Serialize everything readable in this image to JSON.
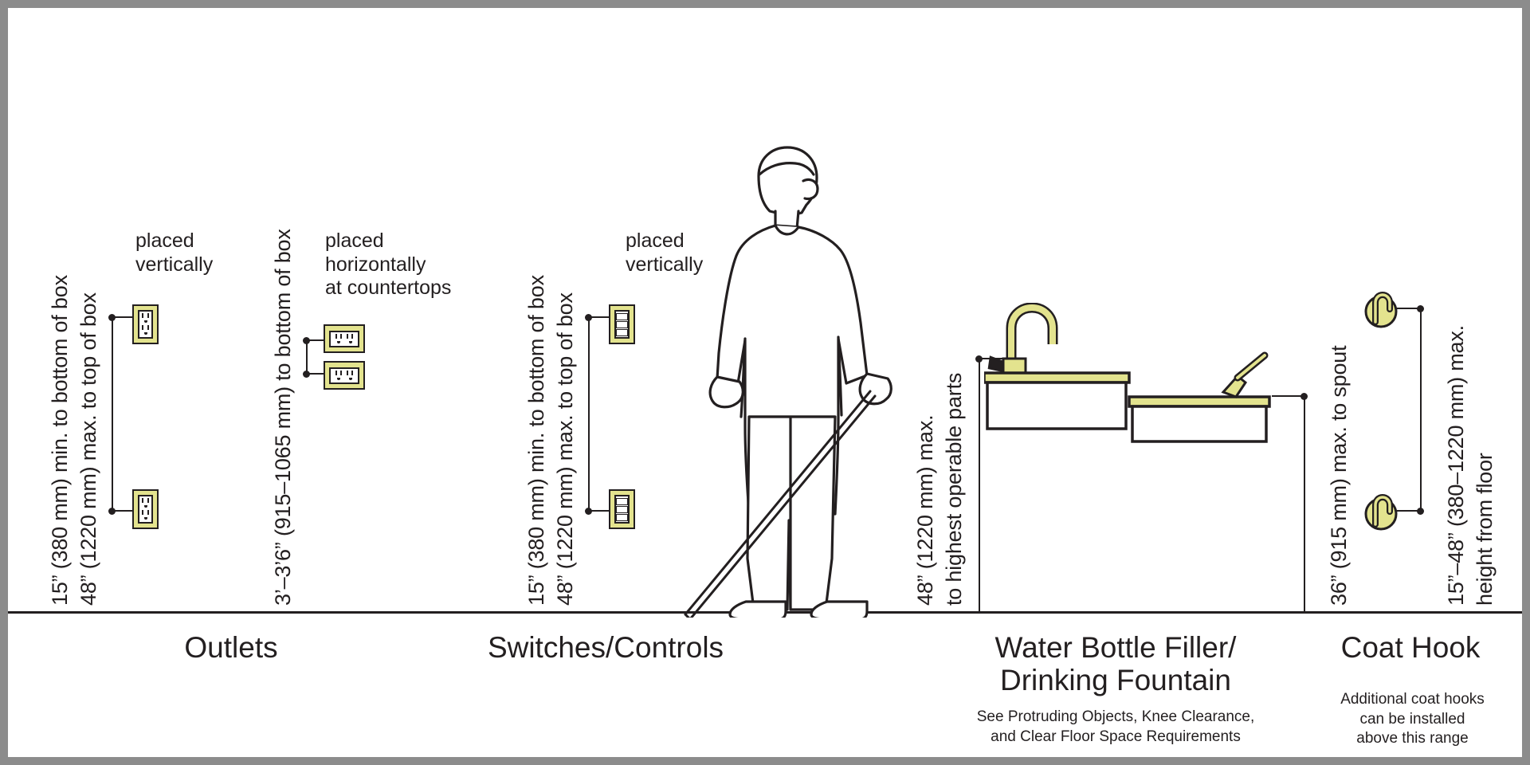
{
  "diagram": {
    "title_alt": "Accessible mounting heights diagram",
    "ink_color": "#231f20",
    "accent_color": "#e3e38e",
    "background": "#ffffff",
    "frame_color": "#8c8c8c"
  },
  "sections": [
    {
      "id": "outlets",
      "title": "Outlets",
      "subtitle": "",
      "groups": [
        {
          "id": "outlets-vertical",
          "dimension_line_1": "15” (380 mm) min. to bottom of box",
          "dimension_line_2": "48” (1220 mm) max. to top of box",
          "note": "placed\nvertically",
          "orientation": "vertical"
        },
        {
          "id": "outlets-horizontal",
          "dimension_line_1": "3’–3’6” (915–1065 mm) to bottom of box",
          "dimension_line_2": "",
          "note": "placed\nhorizontally\nat countertops",
          "orientation": "horizontal"
        }
      ]
    },
    {
      "id": "switches",
      "title": "Switches/Controls",
      "subtitle": "",
      "groups": [
        {
          "id": "switches-vertical",
          "dimension_line_1": "15” (380 mm) min. to bottom of box",
          "dimension_line_2": "48” (1220 mm) max. to top of box",
          "note": "placed\nvertically",
          "orientation": "vertical"
        }
      ]
    },
    {
      "id": "water",
      "title": "Water Bottle Filler/\nDrinking Fountain",
      "subtitle": "See Protruding Objects, Knee Clearance,\nand Clear Floor Space Requirements",
      "groups": [
        {
          "id": "operable-parts",
          "dimension_line_1": "48” (1220 mm) max.",
          "dimension_line_2": "to highest operable parts",
          "note": "",
          "orientation": "none"
        },
        {
          "id": "spout-height",
          "dimension_line_1": "36” (915 mm) max. to spout",
          "dimension_line_2": "",
          "note": "",
          "orientation": "none"
        }
      ]
    },
    {
      "id": "coat-hook",
      "title": "Coat Hook",
      "subtitle": "Additional coat hooks\ncan be installed\nabove this range",
      "groups": [
        {
          "id": "hook-range",
          "dimension_line_1": "15”–48” (380–1220 mm) max.",
          "dimension_line_2": "height from floor",
          "note": "",
          "orientation": "none"
        }
      ]
    }
  ],
  "icons": {
    "outlet_vertical": "electrical-outlet-vertical-icon",
    "outlet_horizontal": "electrical-outlet-horizontal-icon",
    "switch_vertical": "light-switch-vertical-icon",
    "person": "standing-person-with-cane-icon",
    "bottle_filler": "water-bottle-filler-icon",
    "drinking_fountain": "drinking-fountain-icon",
    "coat_hook": "coat-hook-icon"
  }
}
